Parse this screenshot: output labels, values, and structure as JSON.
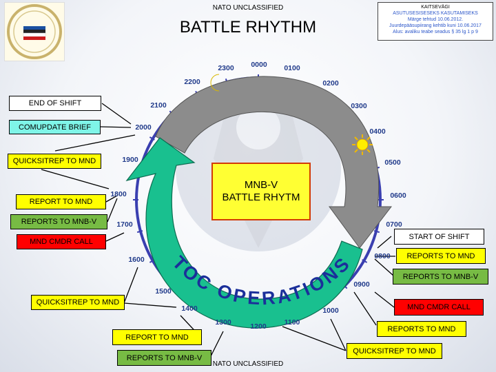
{
  "header": {
    "classification_top": "NATO UNCLASSIFIED",
    "title": "BATTLE RHYTHM",
    "classification_bottom": "NATO UNCLASSIFIED"
  },
  "stamp": {
    "line1": "KAITSEVÄGI",
    "line2": "ASUTUSESISESEKS KASUTAMISEKS",
    "line3": "Märge tehtud 10.06.2012.",
    "line4": "Juurdepääsupiirang kehtib kuni 10.06.2017",
    "line5": "Alus: avaliku teabe seadus § 35 lg 1 p 9"
  },
  "center": {
    "line1": "MNB-V",
    "line2": "BATTLE RHYTM"
  },
  "ring_text": "TOC OPERATIONS",
  "hours": [
    "0000",
    "0100",
    "0200",
    "0300",
    "0400",
    "0500",
    "0600",
    "0700",
    "0800",
    "0900",
    "1000",
    "1100",
    "1200",
    "1300",
    "1400",
    "1500",
    "1600",
    "1700",
    "1800",
    "1900",
    "2000",
    "2100",
    "2200",
    "2300"
  ],
  "events": [
    {
      "label": "END OF SHIFT",
      "color": "white"
    },
    {
      "label": "COMUPDATE BRIEF",
      "color": "cyan"
    },
    {
      "label": "QUICKSITREP TO MND",
      "color": "yellow"
    },
    {
      "label": "REPORT TO MND",
      "color": "yellow"
    },
    {
      "label": "REPORTS TO MNB-V",
      "color": "green"
    },
    {
      "label": "MND CMDR CALL",
      "color": "red"
    },
    {
      "label": "QUICKSITREP TO MND",
      "color": "yellow"
    },
    {
      "label": "REPORT TO MND",
      "color": "yellow"
    },
    {
      "label": "REPORTS TO MNB-V",
      "color": "green"
    },
    {
      "label": "START OF SHIFT",
      "color": "white"
    },
    {
      "label": "REPORTS TO MND",
      "color": "yellow"
    },
    {
      "label": "REPORTS TO MNB-V",
      "color": "green"
    },
    {
      "label": "MND CMDR CALL",
      "color": "red"
    },
    {
      "label": "REPORTS TO MND",
      "color": "yellow"
    },
    {
      "label": "QUICKSITREP TO MND",
      "color": "yellow"
    }
  ],
  "colors": {
    "ring_blue": "#3a3fb0",
    "gray_arrow": "#8c8c8c",
    "green_arrow": "#19c08f",
    "yellow": "#ffff00",
    "green": "#77bb44",
    "red": "#ff0000",
    "cyan": "#7ff5e8"
  },
  "icons": {
    "moon": "crescent-moon-icon",
    "sun": "sun-icon",
    "logo": "unit-crest-logo"
  }
}
